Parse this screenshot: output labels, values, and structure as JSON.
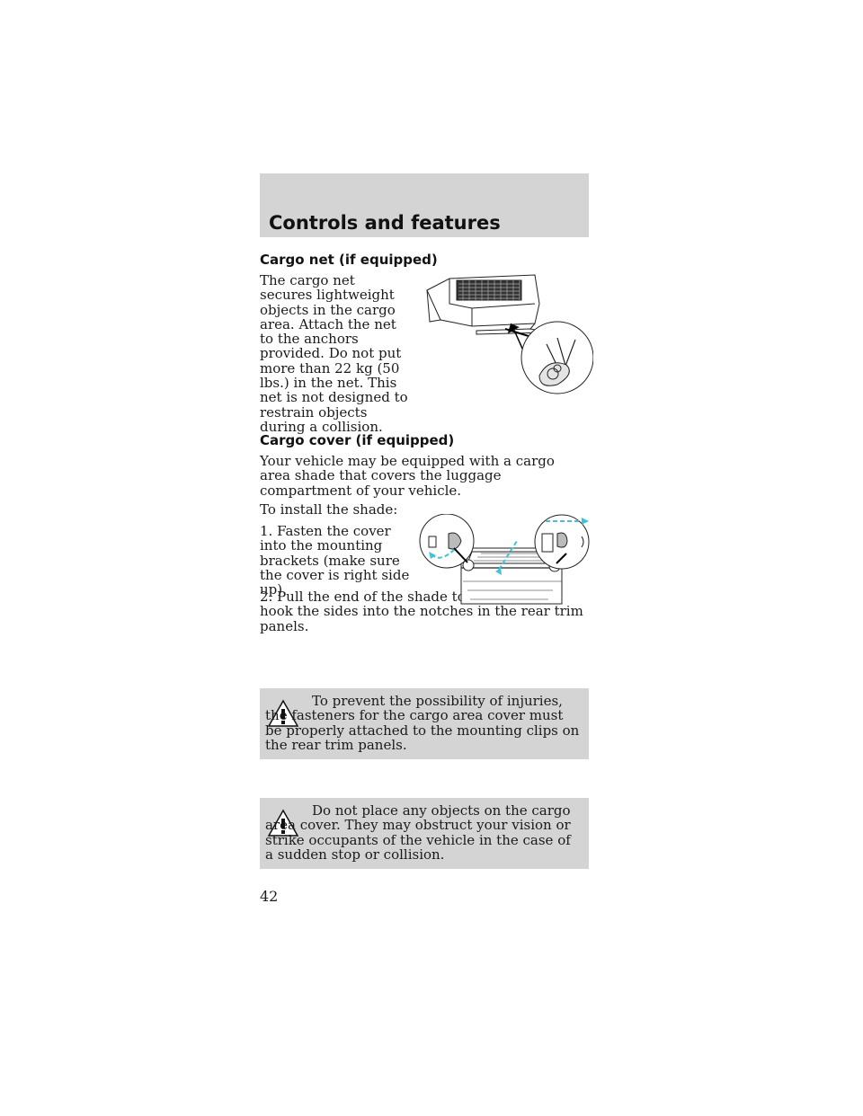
{
  "header": {
    "title": "Controls and features"
  },
  "cargo_net": {
    "heading": "Cargo net (if equipped)",
    "paragraph": "The cargo net secures lightweight objects in the cargo area. Attach the net to the anchors provided. Do not put more than 22 kg (50 lbs.) in the net. This net is not designed to restrain objects during a collision."
  },
  "cargo_cover": {
    "heading": "Cargo cover (if equipped)",
    "intro": "Your vehicle may be equipped with a cargo area shade that covers the luggage compartment of your vehicle.",
    "install_lead": "To install the shade:",
    "step1": "1. Fasten the cover into the mounting brackets (make sure the cover is right side up).",
    "step2": "2. Pull the end of the shade toward you and hook the sides into the notches in the rear trim panels."
  },
  "warnings": [
    {
      "text": "To prevent the possibility of injuries, the fasteners for the cargo area cover must be properly attached to the mounting clips on the rear trim panels."
    },
    {
      "text": "Do not place any objects on the cargo area cover. They may obstruct your vision or strike occupants of the vehicle in the case of a sudden stop or collision."
    }
  ],
  "page_number": "42",
  "colors": {
    "band": "#d4d4d4",
    "arrow_cyan": "#3cc4d8",
    "text": "#1a1a1a"
  },
  "icons": [
    "warning-triangle-icon",
    "cargo-net-illustration",
    "cargo-cover-illustration"
  ]
}
